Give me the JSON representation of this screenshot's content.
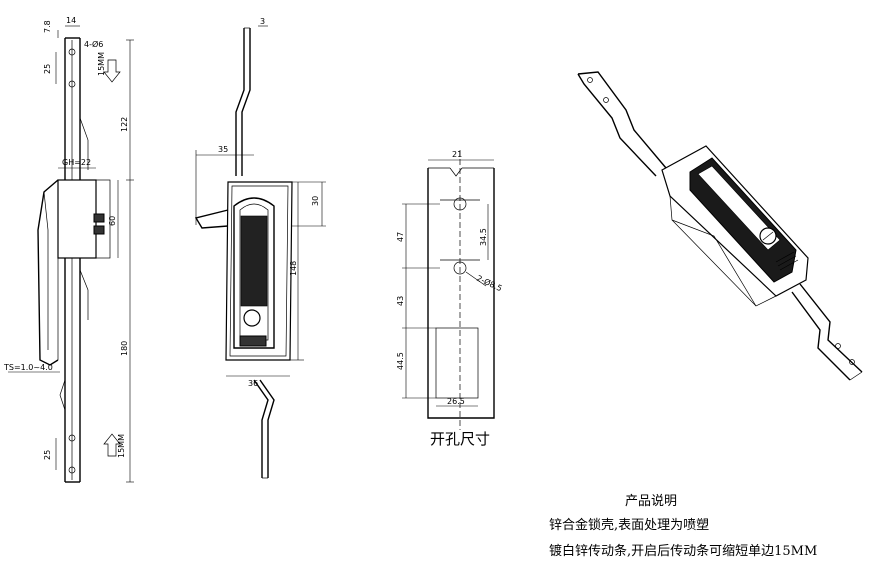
{
  "side_view": {
    "dims": {
      "top_height": "7.8",
      "top_width": "14",
      "holes": "4-Ø6",
      "hole_spacing_top": "25",
      "travel_up": "15MM",
      "length_122": "122",
      "gh": "GH=22",
      "height_60": "60",
      "ts": "TS=1.0~4.0",
      "length_180": "180",
      "hole_spacing_bottom": "25",
      "travel_down": "15MM"
    }
  },
  "front_view": {
    "dims": {
      "rod_width": "3",
      "offset_35": "35",
      "head_30": "30",
      "body_148": "148",
      "width_36": "36"
    }
  },
  "cutout": {
    "caption": "开孔尺寸",
    "dims": {
      "width_21": "21",
      "spacing_47": "47",
      "spacing_34_5": "34.5",
      "hole_dia": "2-Ø8.5",
      "spacing_43": "43",
      "spacing_44_5": "44.5",
      "width_26_5": "26.5"
    }
  },
  "description": {
    "title": "产品说明",
    "lines": [
      "锌合金锁壳,表面处理为喷塑",
      "镀白锌传动条,开启后传动条可缩短单边15MM"
    ]
  }
}
